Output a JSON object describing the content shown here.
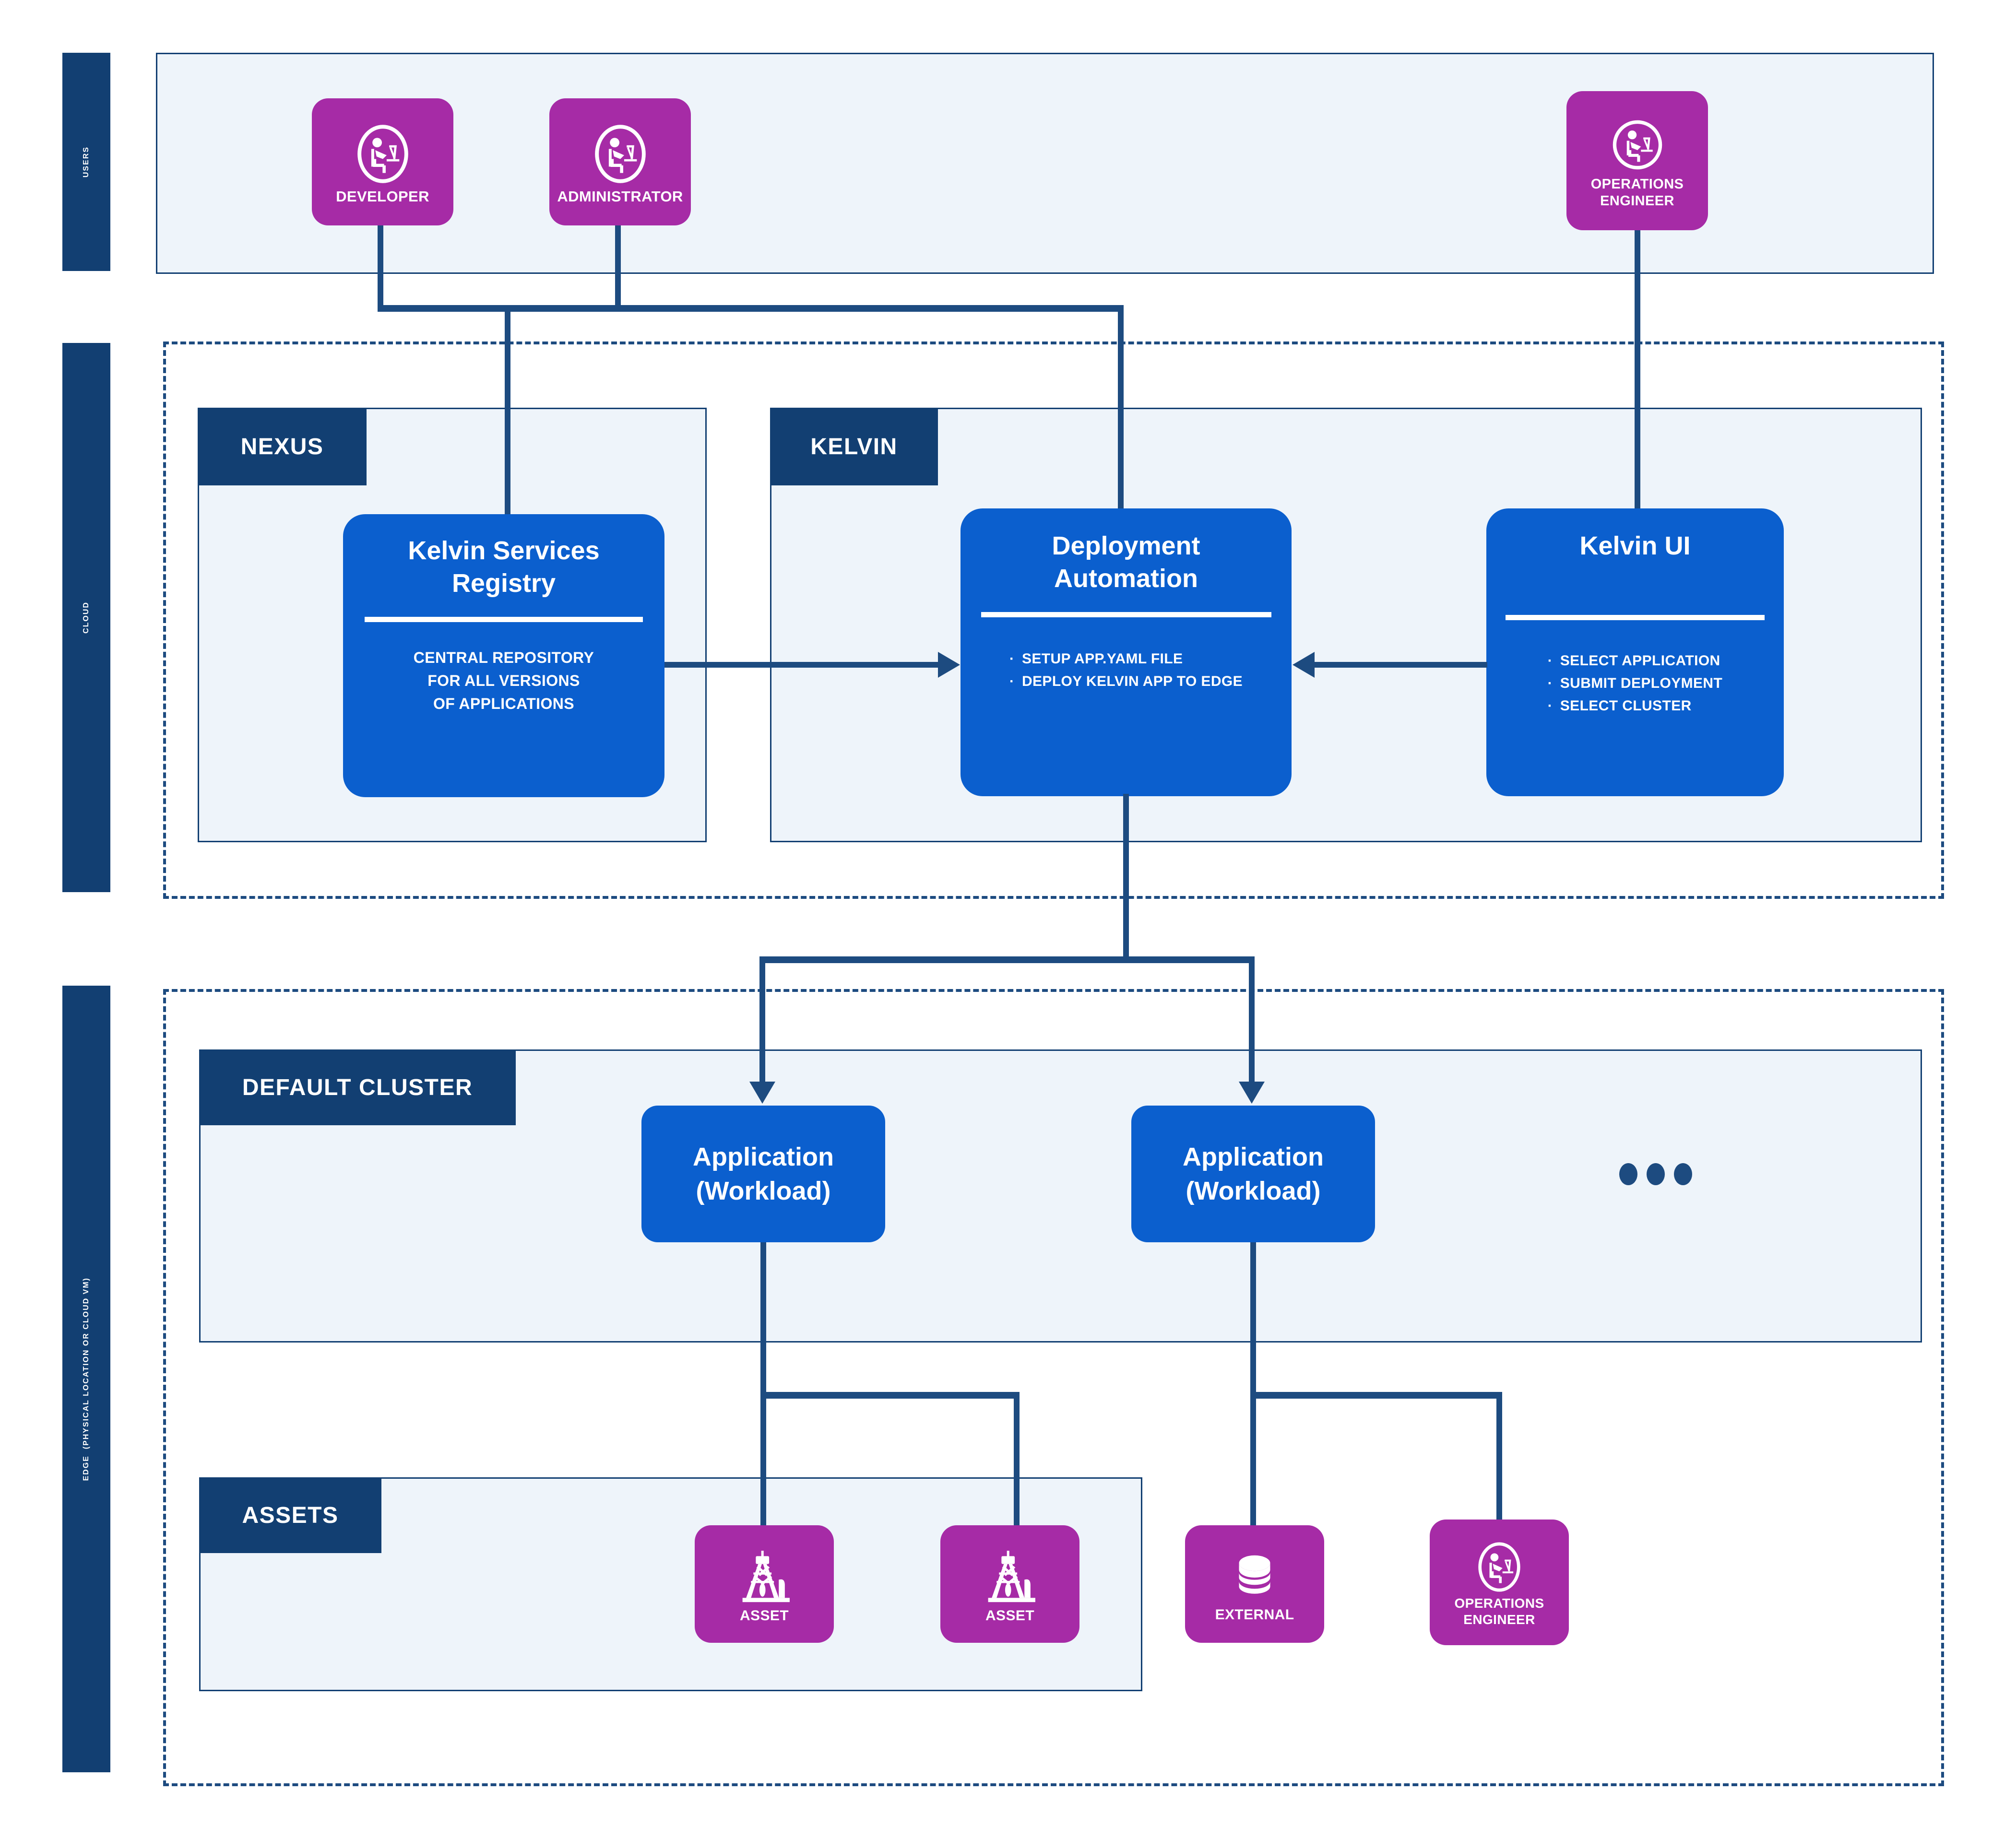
{
  "lanes": [
    {
      "name": "users",
      "label": "USERS"
    },
    {
      "name": "cloud",
      "label": "CLOUD"
    },
    {
      "name": "edge",
      "label": "EDGE  (PHYSICAL LOCATION OR CLOUD VM)"
    }
  ],
  "groups": {
    "nexus": "NEXUS",
    "kelvin": "KELVIN",
    "default_cluster": "DEFAULT CLUSTER",
    "assets": "ASSETS"
  },
  "users": [
    {
      "name": "developer",
      "label": "DEVELOPER",
      "icon": "person-at-desk-icon"
    },
    {
      "name": "administrator",
      "label": "ADMINISTRATOR",
      "icon": "person-at-desk-icon"
    },
    {
      "name": "operations-engineer",
      "label": "OPERATIONS\nENGINEER",
      "icon": "person-at-desk-icon"
    }
  ],
  "cloud_cards": [
    {
      "name": "kelvin-services-registry",
      "title": "Kelvin Services\nRegistry",
      "subtext": "CENTRAL REPOSITORY\nFOR ALL VERSIONS\nOF APPLICATIONS",
      "bullets": []
    },
    {
      "name": "deployment-automation",
      "title": "Deployment\nAutomation",
      "subtext": "",
      "bullets": [
        "SETUP APP.YAML FILE",
        "DEPLOY KELVIN APP TO EDGE"
      ]
    },
    {
      "name": "kelvin-ui",
      "title": "Kelvin UI",
      "subtext": "",
      "bullets": [
        "SELECT APPLICATION",
        "SUBMIT DEPLOYMENT",
        "SELECT CLUSTER"
      ]
    }
  ],
  "workloads": [
    {
      "name": "application-workload-1",
      "label": "Application\n(Workload)"
    },
    {
      "name": "application-workload-2",
      "label": "Application\n(Workload)"
    }
  ],
  "more_indicator": "•••",
  "edge_badges": [
    {
      "name": "asset-1",
      "label": "ASSET",
      "icon": "oil-rig-icon"
    },
    {
      "name": "asset-2",
      "label": "ASSET",
      "icon": "oil-rig-icon"
    },
    {
      "name": "external-database",
      "label": "EXTERNAL",
      "icon": "database-icon"
    },
    {
      "name": "operations-engineer-edge",
      "label": "OPERATIONS\nENGINEER",
      "icon": "person-at-desk-icon"
    }
  ],
  "colors": {
    "navy": "#123f72",
    "connector": "#1d4b80",
    "card_blue": "#0b5fce",
    "badge_magenta": "#a62ba6",
    "panel": "#eef4fa",
    "white": "#ffffff"
  }
}
